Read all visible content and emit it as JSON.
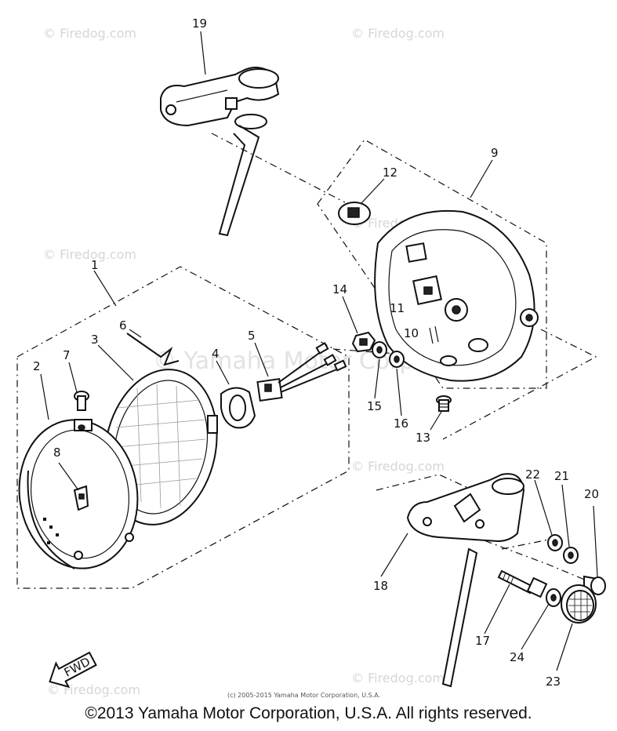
{
  "watermark": {
    "site": "© Firedog.com",
    "center_text": "© Yamaha Motor Corporation"
  },
  "labels": {
    "p1": "1",
    "p2": "2",
    "p3": "3",
    "p4": "4",
    "p5": "5",
    "p6": "6",
    "p7": "7",
    "p8": "8",
    "p9": "9",
    "p10": "10",
    "p11": "11",
    "p12": "12",
    "p13": "13",
    "p14": "14",
    "p15": "15",
    "p16": "16",
    "p17": "17",
    "p18": "18",
    "p19": "19",
    "p20": "20",
    "p21": "21",
    "p22": "22",
    "p23": "23",
    "p24": "24"
  },
  "fwd_label": "FWD",
  "small_copyright": "(c) 2005-2015 Yamaha Motor Corporation, U.S.A.",
  "copyright": "©2013 Yamaha Motor Corporation, U.S.A. All rights reserved."
}
